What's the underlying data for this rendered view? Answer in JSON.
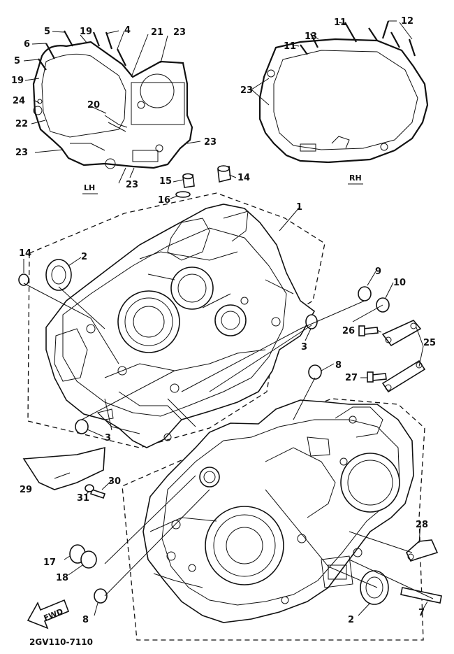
{
  "sides": {
    "left": "LH",
    "right": "RH"
  },
  "part_code": "2GV110-7110",
  "fwd_label": "FWD",
  "callouts": {
    "c1": "1",
    "c2a": "2",
    "c2b": "2",
    "c3a": "3",
    "c3b": "3",
    "c4": "4",
    "c5a": "5",
    "c5b": "5",
    "c6": "6",
    "c7": "7",
    "c8a": "8",
    "c8b": "8",
    "c9": "9",
    "c10": "10",
    "c11a": "11",
    "c11b": "11",
    "c12": "12",
    "c13": "13",
    "c14a": "14",
    "c14b": "14",
    "c15": "15",
    "c16": "16",
    "c17": "17",
    "c18": "18",
    "c19a": "19",
    "c19b": "19",
    "c20": "20",
    "c21": "21",
    "c22": "22",
    "c23a": "23",
    "c23b": "23",
    "c23c": "23",
    "c23d": "23",
    "c23e": "23",
    "c24": "24",
    "c25": "25",
    "c26": "26",
    "c27": "27",
    "c28": "28",
    "c29": "29",
    "c30": "30",
    "c31": "31"
  }
}
